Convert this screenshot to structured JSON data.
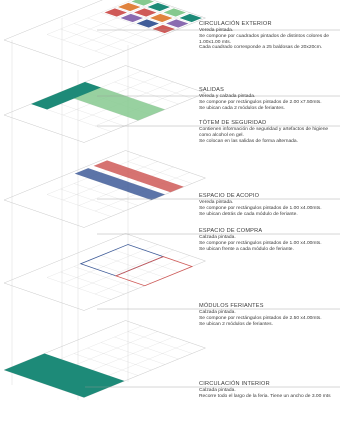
{
  "sections": [
    {
      "id": "circulacion-exterior",
      "title": "CIRCULACIÓN EXTERIOR",
      "text": "Vereda pintada.\nSe compone por cuadrados pintados de distintos colores de 1.00x1.00 mts.\nCada cuadrado corresponde a 25 baldosas de 20x20cm."
    },
    {
      "id": "salidas",
      "title": "SALIDAS",
      "text": "Vereda y calzada pintada.\nSe compone por rectángulos pintados de 2.00 x7.50mts.\nSe ubican cada 2 módulos de feriantes."
    },
    {
      "id": "totem-de-seguridad",
      "title": "TÓTEM DE SEGURIDAD",
      "text": "Contienen información de seguridad y artefactos de higiene como alcohol en gel.\nSe colocan en las salidas de forma alternada."
    },
    {
      "id": "espacio-de-acopio",
      "title": "ESPACIO DE ACOPIO",
      "text": "Vereda pintada.\nSe compone por rectángulos pintados de 1.00 x4.00mts.\nSe ubican detrás de cada módulo de feriante."
    },
    {
      "id": "espacio-de-compra",
      "title": "ESPACIO DE COMPRA",
      "text": "Calzada pintada.\nSe compone por rectángulos pintados de 1.00 x4.00mts.\nSe ubican frente a cada módulo de feriante."
    },
    {
      "id": "modulos-feriantes",
      "title": "MÓDULOS FERIANTES",
      "text": "Calzada pintada.\nSe compone por rectángulos pintados de 2.50 x4.00mts.\nSe ubican 2 módulos de feriantes."
    },
    {
      "id": "circulacion-interior",
      "title": "CIRCULACIÓN INTERIOR",
      "text": "Calzada pintada.\nRecorre todo el largo de la feria. Tiene un ancho de 3.00 mts"
    }
  ],
  "colors": {
    "text": "#3a3a3a",
    "line": "#b5b5b5",
    "teal": "#1d8a78",
    "green": "#86c98f",
    "blue": "#3f5c99",
    "red": "#cf5a58",
    "orange": "#e0833e",
    "purple": "#8a6bb0"
  }
}
